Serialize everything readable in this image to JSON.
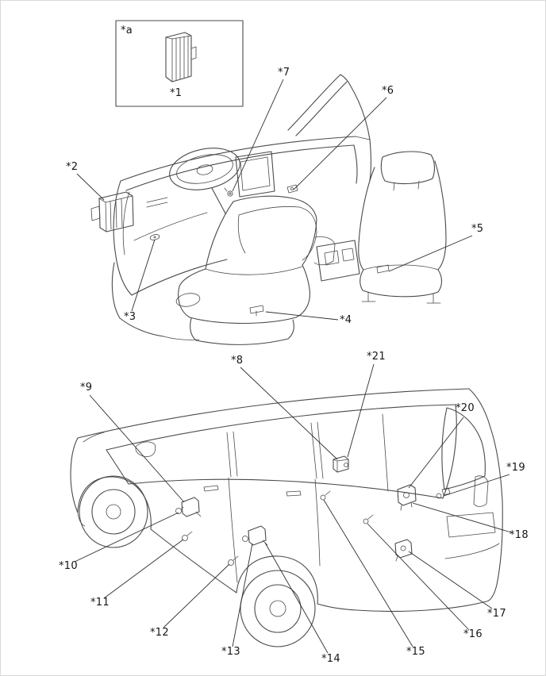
{
  "figure": {
    "background": "#ffffff",
    "line_color": "#4a4a4a",
    "label_color": "#161616"
  },
  "callouts": [
    {
      "id": "a",
      "label": "*a"
    },
    {
      "id": "1",
      "label": "*1"
    },
    {
      "id": "2",
      "label": "*2"
    },
    {
      "id": "3",
      "label": "*3"
    },
    {
      "id": "4",
      "label": "*4"
    },
    {
      "id": "5",
      "label": "*5"
    },
    {
      "id": "6",
      "label": "*6"
    },
    {
      "id": "7",
      "label": "*7"
    },
    {
      "id": "8",
      "label": "*8"
    },
    {
      "id": "9",
      "label": "*9"
    },
    {
      "id": "10",
      "label": "*10"
    },
    {
      "id": "11",
      "label": "*11"
    },
    {
      "id": "12",
      "label": "*12"
    },
    {
      "id": "13",
      "label": "*13"
    },
    {
      "id": "14",
      "label": "*14"
    },
    {
      "id": "15",
      "label": "*15"
    },
    {
      "id": "16",
      "label": "*16"
    },
    {
      "id": "17",
      "label": "*17"
    },
    {
      "id": "18",
      "label": "*18"
    },
    {
      "id": "19",
      "label": "*19"
    },
    {
      "id": "20",
      "label": "*20"
    },
    {
      "id": "21",
      "label": "*21"
    }
  ]
}
